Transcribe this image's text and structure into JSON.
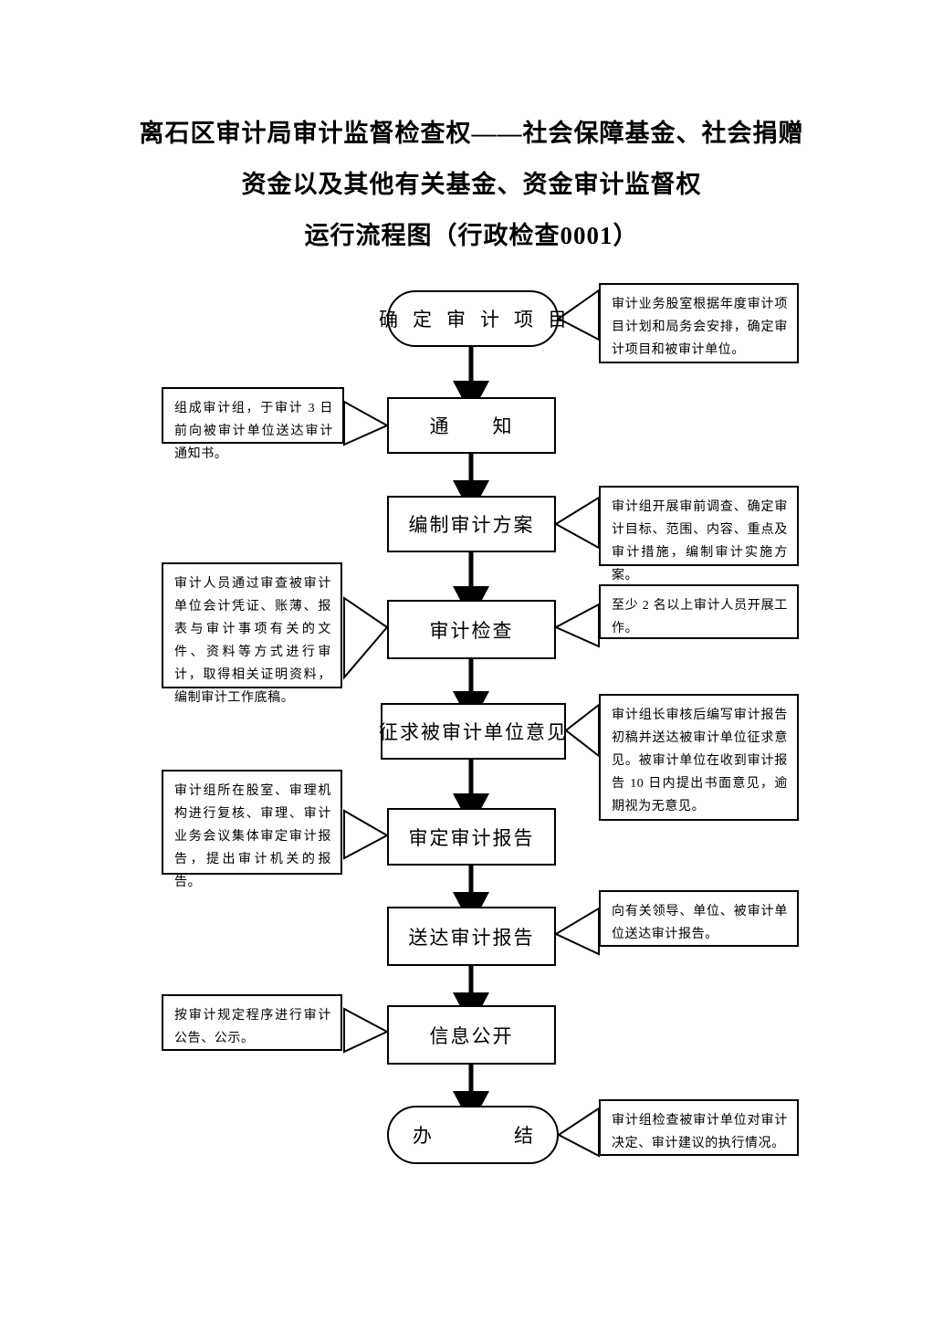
{
  "document": {
    "title_lines": [
      "离石区审计局审计监督检查权——社会保障基金、社会捐赠",
      "资金以及其他有关基金、资金审计监督权",
      "运行流程图（行政检查0001）"
    ]
  },
  "flow": {
    "nodes": [
      {
        "id": "confirm-project",
        "label": "确定审计项目",
        "shape": "terminal"
      },
      {
        "id": "notice",
        "label": "通　　知",
        "shape": "process"
      },
      {
        "id": "make-plan",
        "label": "编制审计方案",
        "shape": "process"
      },
      {
        "id": "audit-check",
        "label": "审计检查",
        "shape": "process"
      },
      {
        "id": "solicit-opinion",
        "label": "征求被审计单位意见",
        "shape": "process"
      },
      {
        "id": "approve-report",
        "label": "审定审计报告",
        "shape": "process"
      },
      {
        "id": "deliver-report",
        "label": "送达审计报告",
        "shape": "process"
      },
      {
        "id": "disclose-info",
        "label": "信息公开",
        "shape": "process"
      },
      {
        "id": "complete",
        "label": "办　　结",
        "shape": "terminal"
      }
    ],
    "notes": [
      {
        "id": "note-confirm-project",
        "side": "right",
        "text": "审计业务股室根据年度审计项目计划和局务会安排，确定审计项目和被审计单位。"
      },
      {
        "id": "note-notice",
        "side": "left",
        "text": "组成审计组，于审计 3 日前向被审计单位送达审计通知书。"
      },
      {
        "id": "note-make-plan",
        "side": "right",
        "text": "审计组开展审前调查、确定审计目标、范围、内容、重点及审计措施，编制审计实施方案。"
      },
      {
        "id": "note-audit-check-left",
        "side": "left",
        "text": "审计人员通过审查被审计单位会计凭证、账薄、报表与审计事项有关的文件、资料等方式进行审计，取得相关证明资料，编制审计工作底稿。"
      },
      {
        "id": "note-audit-check-right",
        "side": "right",
        "text": "至少 2 名以上审计人员开展工作。"
      },
      {
        "id": "note-solicit-opinion",
        "side": "right",
        "text": "审计组长审核后编写审计报告初稿并送达被审计单位征求意见。被审计单位在收到审计报告 10 日内提出书面意见，逾期视为无意见。"
      },
      {
        "id": "note-approve-report",
        "side": "left",
        "text": "审计组所在股室、审理机构进行复核、审理、审计业务会议集体审定审计报告，提出审计机关的报告。"
      },
      {
        "id": "note-deliver-report",
        "side": "right",
        "text": "向有关领导、单位、被审计单位送达审计报告。"
      },
      {
        "id": "note-disclose-info",
        "side": "left",
        "text": "按审计规定程序进行审计公告、公示。"
      },
      {
        "id": "note-complete",
        "side": "right",
        "text": "审计组检查被审计单位对审计决定、审计建议的执行情况。"
      }
    ]
  },
  "style": {
    "stroke": "#000000",
    "background": "#ffffff"
  }
}
